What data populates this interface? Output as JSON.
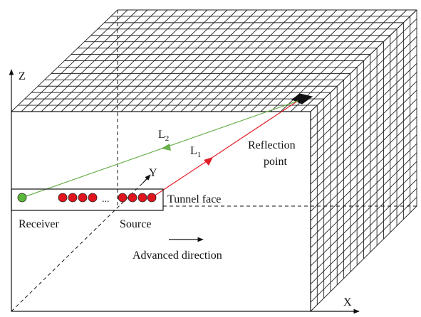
{
  "labels": {
    "z_axis": "Z",
    "x_axis": "X",
    "y_axis": "Y",
    "l1_main": "L",
    "l1_sub": "1",
    "l2_main": "L",
    "l2_sub": "2",
    "reflection_line1": "Reflection",
    "reflection_line2": "point",
    "tunnel_face": "Tunnel face",
    "receiver": "Receiver",
    "source": "Source",
    "advanced_direction": "Advanced direction",
    "ellipsis": "..."
  },
  "colors": {
    "receiver_fill": "#5cb83a",
    "source_fill": "#e0141e",
    "l1_ray": "#e01e26",
    "l2_ray": "#6ab04c",
    "grid": "#222222",
    "reflector": "#111111"
  }
}
